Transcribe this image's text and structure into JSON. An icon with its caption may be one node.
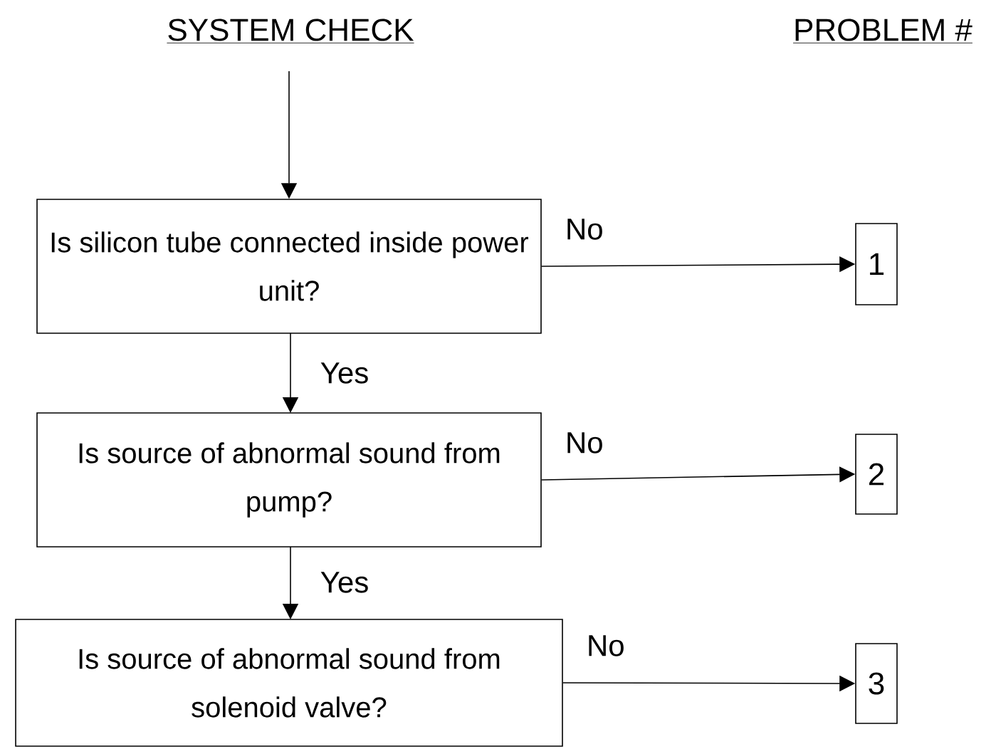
{
  "diagram": {
    "nodes": [
      {
        "text": [
          "Is silicon tube connected inside power unit?"
        ]
      },
      {
        "text": [
          "Is source of abnormal sound from pump?"
        ]
      },
      {
        "text": [
          "Is source of abnormal sound from solenoid valve?"
        ]
      },
      {
        "text": [
          "1"
        ]
      },
      {
        "text": [
          "2"
        ]
      },
      {
        "text": [
          "3"
        ]
      }
    ],
    "edges": [
      {
        "from": null,
        "to": 0,
        "arrow": "to"
      },
      {
        "from": 0,
        "to": 3,
        "arrow": "to",
        "label": "No"
      },
      {
        "from": 0,
        "to": 1,
        "arrow": "to",
        "label": "Yes"
      },
      {
        "from": 1,
        "to": 4,
        "arrow": "to",
        "label": "No"
      },
      {
        "from": 1,
        "to": 2,
        "arrow": "to",
        "label": "Yes"
      },
      {
        "from": 2,
        "to": 5,
        "arrow": "to",
        "label": "No"
      }
    ],
    "labels": [
      "SYSTEM CHECK",
      "PROBLEM #"
    ]
  }
}
